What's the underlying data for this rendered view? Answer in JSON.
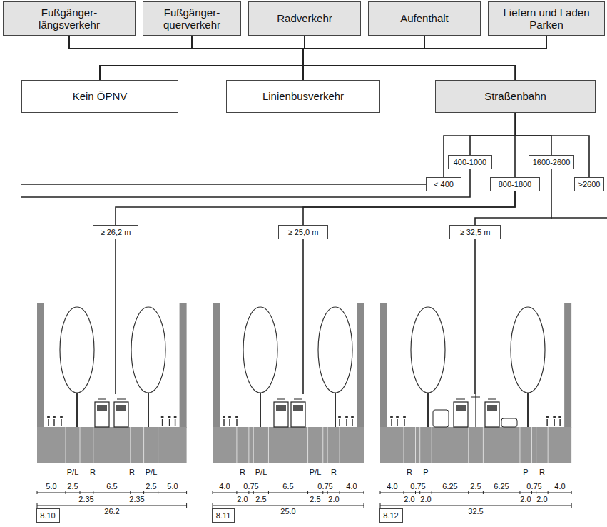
{
  "diagram": {
    "nodes": [
      {
        "text": [
          "Fußgänger- längsverkehr"
        ]
      },
      {
        "text": [
          "Fußgänger- querverkehr"
        ]
      },
      {
        "text": [
          "Radverkehr"
        ]
      },
      {
        "text": [
          "Aufenthalt"
        ]
      },
      {
        "text": [
          "Liefern und Laden Parken"
        ]
      },
      {
        "text": [
          "Kein ÖPNV"
        ]
      },
      {
        "text": [
          "Linienbusverkehr"
        ]
      },
      {
        "text": [
          "Straßenbahn"
        ]
      },
      {
        "text": [
          "400-1000"
        ]
      },
      {
        "text": [
          "1600-2600"
        ]
      },
      {
        "text": [
          "< 400"
        ]
      },
      {
        "text": [
          "800-1800"
        ]
      },
      {
        "text": [
          ">2600"
        ]
      },
      {
        "text": [
          "≥ 26,2 m"
        ]
      },
      {
        "text": [
          "≥ 25,0 m"
        ]
      },
      {
        "text": [
          "≥ 32,5 m"
        ]
      },
      {
        "text": [
          "8.10"
        ]
      },
      {
        "text": [
          "8.11"
        ]
      },
      {
        "text": [
          "8.12"
        ]
      }
    ],
    "edges": [
      {
        "from": 0,
        "to": 5,
        "arrow": "none"
      },
      {
        "from": 0,
        "to": 6,
        "arrow": "none"
      },
      {
        "from": 0,
        "to": 7,
        "arrow": "none"
      },
      {
        "from": 1,
        "to": 5,
        "arrow": "none"
      },
      {
        "from": 1,
        "to": 6,
        "arrow": "none"
      },
      {
        "from": 1,
        "to": 7,
        "arrow": "none"
      },
      {
        "from": 2,
        "to": 5,
        "arrow": "none"
      },
      {
        "from": 2,
        "to": 6,
        "arrow": "none"
      },
      {
        "from": 2,
        "to": 7,
        "arrow": "none"
      },
      {
        "from": 3,
        "to": 5,
        "arrow": "none"
      },
      {
        "from": 3,
        "to": 6,
        "arrow": "none"
      },
      {
        "from": 3,
        "to": 7,
        "arrow": "none"
      },
      {
        "from": 4,
        "to": 5,
        "arrow": "none"
      },
      {
        "from": 4,
        "to": 6,
        "arrow": "none"
      },
      {
        "from": 4,
        "to": 7,
        "arrow": "none"
      },
      {
        "from": 7,
        "to": 8,
        "arrow": "none"
      },
      {
        "from": 7,
        "to": 9,
        "arrow": "none"
      },
      {
        "from": 7,
        "to": 10,
        "arrow": "none"
      },
      {
        "from": 7,
        "to": 11,
        "arrow": "none"
      },
      {
        "from": 7,
        "to": 12,
        "arrow": "none"
      },
      {
        "from": 11,
        "to": 13,
        "arrow": "none"
      },
      {
        "from": 11,
        "to": 14,
        "arrow": "none"
      },
      {
        "from": 9,
        "to": 15,
        "arrow": "none"
      }
    ],
    "labels": [
      "P/L",
      "R",
      "R",
      "P/L",
      "5.0",
      "2.5",
      "6.5",
      "2.5",
      "5.0",
      "2.35",
      "2.35",
      "26.2",
      "R",
      "P/L",
      "P/L",
      "R",
      "4.0",
      "0.75",
      "6.5",
      "0.75",
      "4.0",
      "2.0",
      "2.5",
      "2.5",
      "2.0",
      "25.0",
      "R",
      "P",
      "P",
      "R",
      "4.0",
      "0.75",
      "6.25",
      "2.5",
      "6.25",
      "0.75",
      "4.0",
      "2.0",
      "2.0",
      "2.0",
      "2.0",
      "32.5"
    ]
  }
}
